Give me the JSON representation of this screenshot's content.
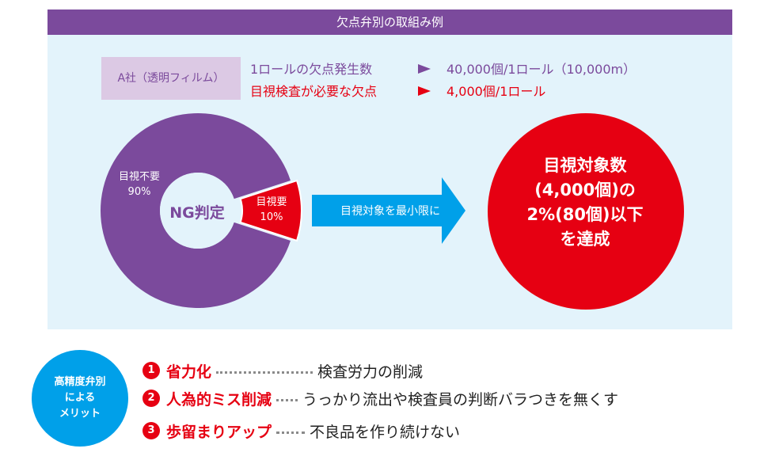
{
  "title": "欠点弁別の取組み例",
  "company": "A社（透明フィルム）",
  "info": [
    {
      "label": "1ロールの欠点発生数",
      "value": "40,000個/1ロール（10,000m）",
      "color": "#7b4a9c"
    },
    {
      "label": "目視検査が必要な欠点",
      "value": "4,000個/1ロール",
      "color": "#e60012"
    }
  ],
  "chart_data": {
    "type": "pie",
    "center_label": "NG判定",
    "slices": [
      {
        "label": "目視不要",
        "value": 90,
        "display": "90%",
        "color": "#7b4a9c"
      },
      {
        "label": "目視要",
        "value": 10,
        "display": "10%",
        "color": "#e60012"
      }
    ]
  },
  "arrow_label": "目視対象を最小限に",
  "result_lines": [
    "目視対象数",
    "(4,000個)の",
    "2%(80個)以下",
    "を達成"
  ],
  "merit": {
    "badge": [
      "高精度弁別",
      "による",
      "メリット"
    ],
    "items": [
      {
        "num": "1",
        "name": "省力化",
        "desc": "検査労力の削減"
      },
      {
        "num": "2",
        "name": "人為的ミス削減",
        "desc": "うっかり流出や検査員の判断バラつきを無くす"
      },
      {
        "num": "3",
        "name": "歩留まりアップ",
        "desc": "不良品を作り続けない"
      }
    ]
  },
  "colors": {
    "purple": "#7b4a9c",
    "red": "#e60012",
    "blue": "#00a0e9",
    "panel": "#e3f3fb",
    "company_bg": "#dcc9e4"
  }
}
